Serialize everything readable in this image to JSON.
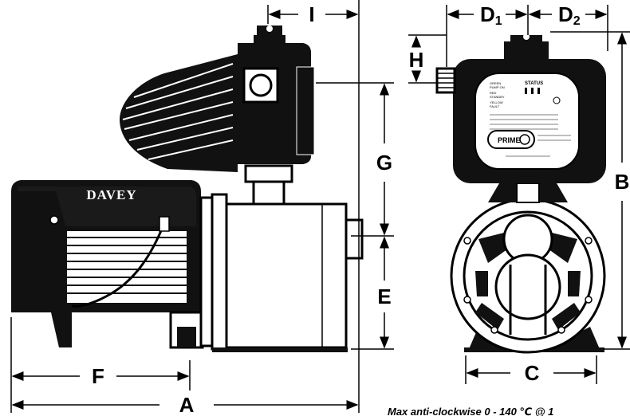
{
  "dimensions": {
    "A": "A",
    "B": "B",
    "C": "C",
    "D1": "D",
    "D1_sub": "1",
    "D2": "D",
    "D2_sub": "2",
    "E_left": "E",
    "F": "F",
    "G": "G",
    "H": "H",
    "I": "I"
  },
  "brand": "DAVEY",
  "controller": {
    "status_label": "STATUS",
    "green_label": "GREEN",
    "green_desc": "PUMP ON",
    "red_label": "RED",
    "red_desc": "STANDBY",
    "yellow_label": "YELLOW",
    "yellow_desc": "FAULT",
    "prime_label": "PRIME"
  },
  "footer_note": "Max anti-clockwise 0 - 140 ℃ @ 1"
}
